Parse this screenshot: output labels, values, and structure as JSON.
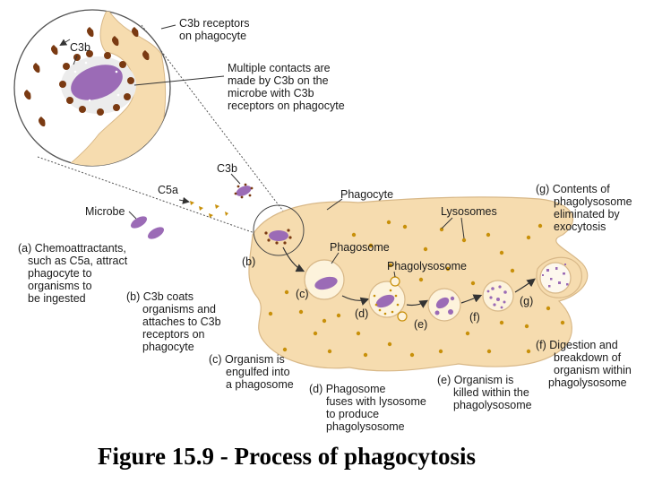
{
  "caption": "Figure 15.9 - Process of phagocytosis",
  "colors": {
    "cytoplasm": "#f6dcaf",
    "cell_outline": "#d8b888",
    "microbe": "#9b6bb6",
    "lysosome": "#c8900a",
    "receptor": "#7a3a12",
    "vesicle": "#fdf3dc"
  },
  "inset": {
    "c3b_label": "C3b",
    "receptors_label": [
      "C3b receptors",
      "on phagocyte"
    ],
    "contacts_label": [
      "Multiple contacts are",
      "made by C3b on the",
      "microbe with C3b",
      "receptors on phagocyte"
    ]
  },
  "labels": {
    "c5a": "C5a",
    "c3b": "C3b",
    "microbe": "Microbe",
    "phagocyte": "Phagocyte",
    "lysosomes": "Lysosomes",
    "phagosome": "Phagosome",
    "phagolysosome": "Phagolysosome"
  },
  "stage_letters": {
    "b": "(b)",
    "c": "(c)",
    "d": "(d)",
    "e": "(e)",
    "f": "(f)",
    "g": "(g)"
  },
  "steps": {
    "a": [
      "(a) Chemoattractants,",
      "such as C5a, attract",
      "phagocyte to",
      "organisms to",
      "be ingested"
    ],
    "b": [
      "(b) C3b coats",
      "organisms and",
      "attaches to C3b",
      "receptors on",
      "phagocyte"
    ],
    "c": [
      "(c) Organism is",
      "engulfed into",
      "a phagosome"
    ],
    "d": [
      "(d) Phagosome",
      "fuses with lysosome",
      "to produce",
      "phagolysosome"
    ],
    "e": [
      "(e) Organism is",
      "killed within the",
      "phagolysosome"
    ],
    "f": [
      "(f) Digestion and",
      "breakdown of",
      "organism within",
      "phagolysosome"
    ],
    "g": [
      "(g) Contents of",
      "phagolysosome",
      "eliminated by",
      "exocytosis"
    ]
  }
}
